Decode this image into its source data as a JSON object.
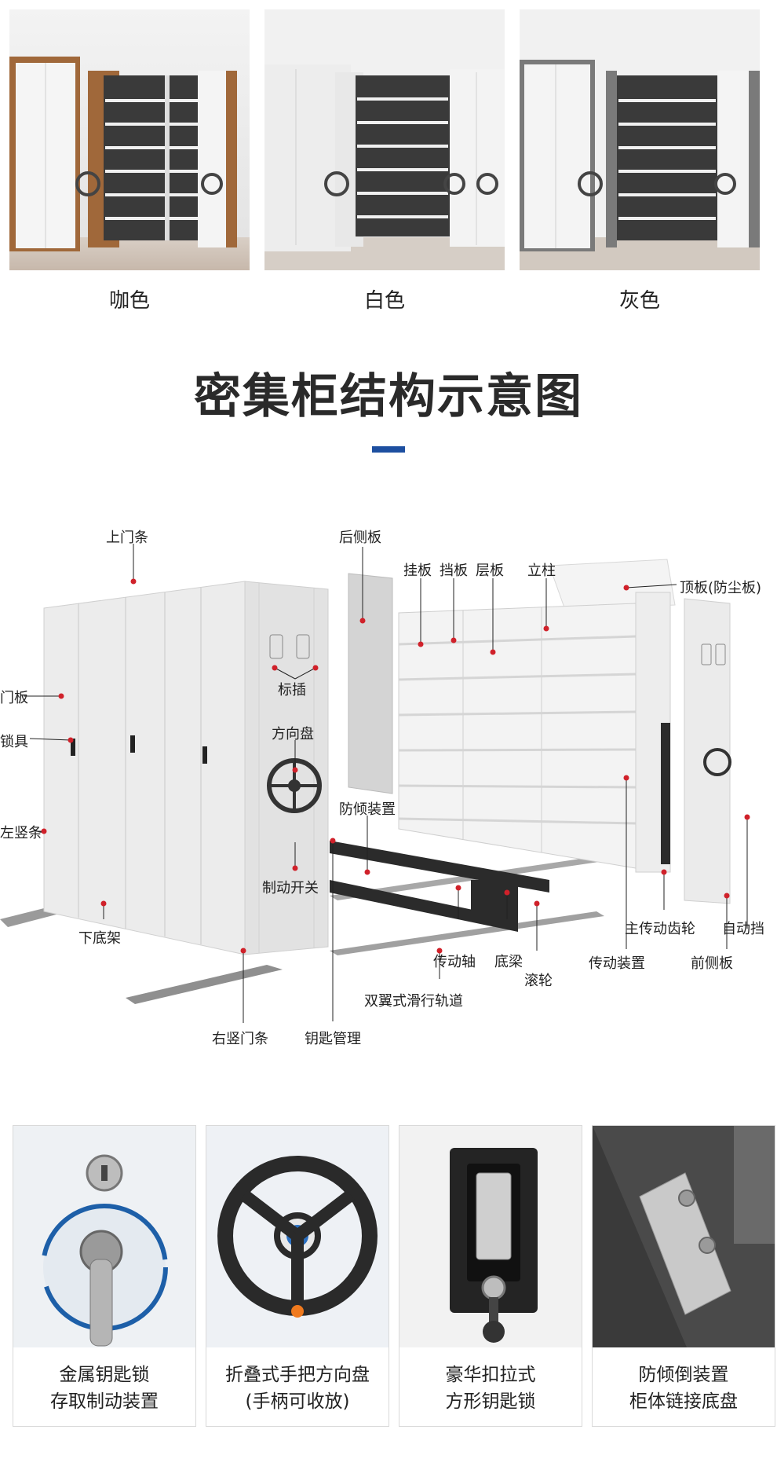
{
  "variants": [
    {
      "label": "咖色",
      "frame_color": "#a0683a"
    },
    {
      "label": "白色",
      "frame_color": "#e6e6e6"
    },
    {
      "label": "灰色",
      "frame_color": "#7a7a7a"
    }
  ],
  "title": "密集柜结构示意图",
  "accent_color": "#1d4fa0",
  "marker_color": "#d0212a",
  "diagram_labels": {
    "top_door_strip": "上门条",
    "rear_side_panel": "后侧板",
    "top_panel": "顶板(防尘板)",
    "hanging_board": "挂板",
    "baffle": "挡板",
    "shelf": "层板",
    "column": "立柱",
    "door_panel": "门板",
    "label_slot": "标插",
    "lock": "锁具",
    "steering_wheel": "方向盘",
    "left_strip": "左竖条",
    "anti_tilt": "防倾装置",
    "brake_switch": "制动开关",
    "main_gear": "主传动齿轮",
    "auto_stop": "自动挡",
    "bottom_frame": "下底架",
    "drive_shaft": "传动轴",
    "bottom_beam": "底梁",
    "roller": "滚轮",
    "transmission": "传动装置",
    "front_side_panel": "前侧板",
    "double_wing_rail": "双翼式滑行轨道",
    "right_strip": "右竖门条",
    "key_management": "钥匙管理"
  },
  "features": [
    {
      "line1": "金属钥匙锁",
      "line2": "存取制动装置",
      "icon": "key-lock-icon"
    },
    {
      "line1": "折叠式手把方向盘",
      "line2": "(手柄可收放)",
      "icon": "steering-wheel-icon"
    },
    {
      "line1": "豪华扣拉式",
      "line2": "方形钥匙锁",
      "icon": "pull-lock-icon"
    },
    {
      "line1": "防倾倒装置",
      "line2": "柜体链接底盘",
      "icon": "anti-tilt-bracket-icon"
    }
  ]
}
